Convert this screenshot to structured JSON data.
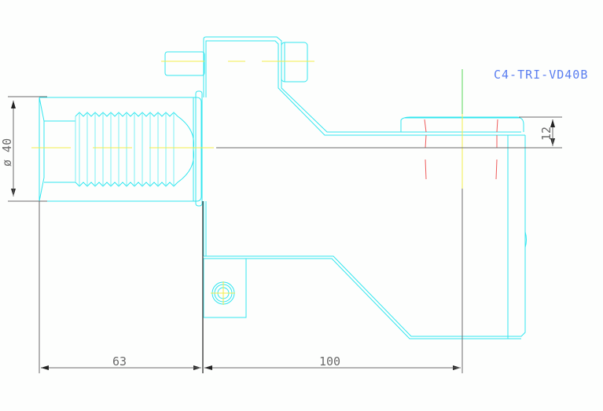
{
  "drawing": {
    "part_label": "C4-TRI-VD40B",
    "dimensions": {
      "diameter": "ø 40",
      "offset_height": "12",
      "shank_length": "63",
      "body_length": "100"
    },
    "colors": {
      "background": "#fdfefd",
      "outline": "#33e6ef",
      "centerline": "#f2ee4a",
      "hidden_lines": "#ee5a5a",
      "dimension_lines": "#6a6a6a",
      "label": "#5a7ef0"
    }
  }
}
